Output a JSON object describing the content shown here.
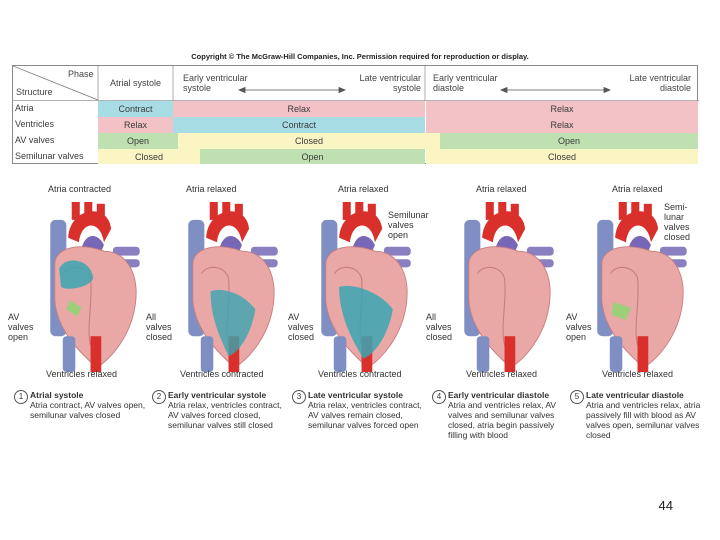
{
  "copyright": "Copyright © The McGraw-Hill Companies, Inc. Permission required for reproduction or display.",
  "table": {
    "corner_phase": "Phase",
    "corner_structure": "Structure",
    "phases": {
      "atrial_systole": "Atrial systole",
      "early_vs": "Early ventricular systole",
      "late_vs": "Late ventricular systole",
      "early_vd": "Early ventricular diastole",
      "late_vd": "Late ventricular diastole"
    },
    "rows": {
      "atria": "Atria",
      "ventricles": "Ventricles",
      "av": "AV valves",
      "semilunar": "Semilunar valves"
    },
    "cells": {
      "atria_1": "Contract",
      "atria_2": "Relax",
      "atria_3": "Relax",
      "vent_1": "Relax",
      "vent_2": "Contract",
      "vent_3": "Relax",
      "av_1": "Open",
      "av_2": "Closed",
      "av_3": "Open",
      "sl_1": "Closed",
      "sl_2": "Open",
      "sl_3": "Closed"
    }
  },
  "panels": [
    {
      "top": "Atria contracted",
      "side": "AV valves open",
      "bottom": "Ventricles relaxed"
    },
    {
      "top": "Atria relaxed",
      "side": "All valves closed",
      "bottom": "Ventricles contracted"
    },
    {
      "top": "Atria relaxed",
      "side": "AV valves closed",
      "bottom": "Ventricles contracted",
      "extra": "Semilunar valves open"
    },
    {
      "top": "Atria relaxed",
      "side": "All valves closed",
      "bottom": "Ventricles relaxed"
    },
    {
      "top": "Atria relaxed",
      "side": "AV valves open",
      "bottom": "Ventricles relaxed",
      "extra": "Semi-lunar valves closed"
    }
  ],
  "captions": [
    {
      "num": "1",
      "title": "Atrial systole",
      "desc": "Atria contract, AV valves open, semilunar valves closed"
    },
    {
      "num": "2",
      "title": "Early ventricular systole",
      "desc": "Atria relax, ventricles contract, AV valves forced closed, semilunar valves still closed"
    },
    {
      "num": "3",
      "title": "Late ventricular systole",
      "desc": "Atria relax, ventricles contract, AV valves remain closed, semilunar valves forced open"
    },
    {
      "num": "4",
      "title": "Early ventricular diastole",
      "desc": "Atria and ventricles relax, AV valves and semilunar valves closed, atria begin passively filling with blood"
    },
    {
      "num": "5",
      "title": "Late ventricular diastole",
      "desc": "Atria and ventricles relax, atria passively fill with blood as AV valves open, semilunar valves closed"
    }
  ],
  "page_number": "44",
  "colors": {
    "relax": "#f3c2c6",
    "contract": "#a9dde5",
    "open": "#bfe0b0",
    "closed": "#fbf5c4"
  }
}
